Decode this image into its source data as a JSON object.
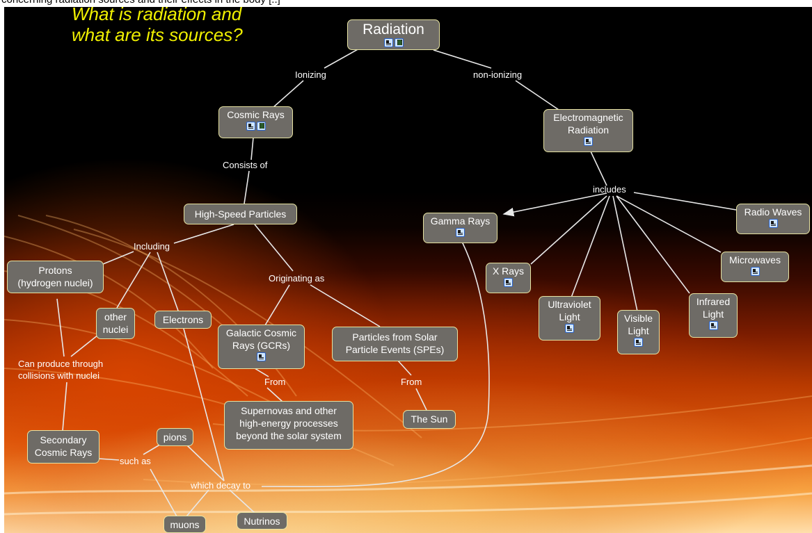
{
  "top_caption": "concerning radiation sources and their effects in the body [..]",
  "title_line1": "What is radiation and",
  "title_line2": "what are its sources?",
  "nodes": {
    "radiation": "Radiation",
    "cosmic_rays": "Cosmic Rays",
    "em_radiation_1": "Electromagnetic",
    "em_radiation_2": "Radiation",
    "high_speed": "High-Speed Particles",
    "gamma": "Gamma Rays",
    "radio": "Radio Waves",
    "microwaves": "Microwaves",
    "xrays": "X Rays",
    "uv_1": "Ultraviolet",
    "uv_2": "Light",
    "visible_1": "Visible",
    "visible_2": "Light",
    "infrared_1": "Infrared",
    "infrared_2": "Light",
    "protons_1": "Protons",
    "protons_2": "(hydrogen nuclei)",
    "other_nuclei_1": "other",
    "other_nuclei_2": "nuclei",
    "electrons": "Electrons",
    "gcr_1": "Galactic Cosmic",
    "gcr_2": "Rays (GCRs)",
    "spe_1": "Particles from Solar",
    "spe_2": "Particle Events (SPEs)",
    "supernovas_1": "Supernovas and other",
    "supernovas_2": "high-energy processes",
    "supernovas_3": "beyond the solar system",
    "sun": "The Sun",
    "secondary_1": "Secondary",
    "secondary_2": "Cosmic Rays",
    "pions": "pions",
    "muons": "muons",
    "nutrinos": "Nutrinos"
  },
  "link_labels": {
    "ionizing": "Ionizing",
    "non_ionizing": "non-ionizing",
    "consists_of": "Consists of",
    "includes": "includes",
    "including": "Including",
    "originating_as": "Originating as",
    "from_1": "From",
    "from_2": "From",
    "can_produce_1": "Can produce through",
    "can_produce_2": "collisions with nuclei",
    "such_as": "such as",
    "which_decay_to": "which decay to"
  },
  "colors": {
    "title": "#f0f000",
    "node_fill": "#6e6b66",
    "node_border": "#e7e3a2",
    "link": "#e8e8e8",
    "icon_border": "#2b62c7"
  },
  "icons": [
    "document-icon",
    "film-icon"
  ]
}
